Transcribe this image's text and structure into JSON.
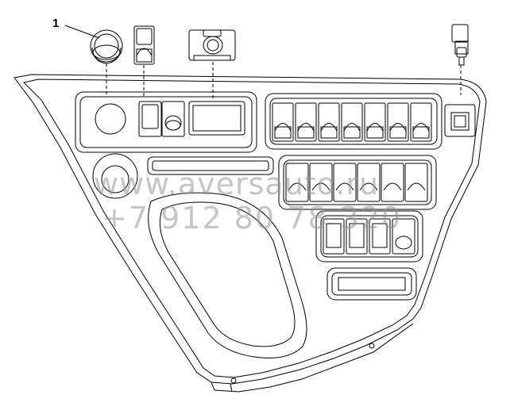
{
  "diagram": {
    "callout_number": "1",
    "watermark_site": "www.aversauto.ru",
    "watermark_phone": "+7 912 80 78 320"
  },
  "colors": {
    "line": "#000000",
    "paper": "#ffffff",
    "watermark": "#969696"
  }
}
